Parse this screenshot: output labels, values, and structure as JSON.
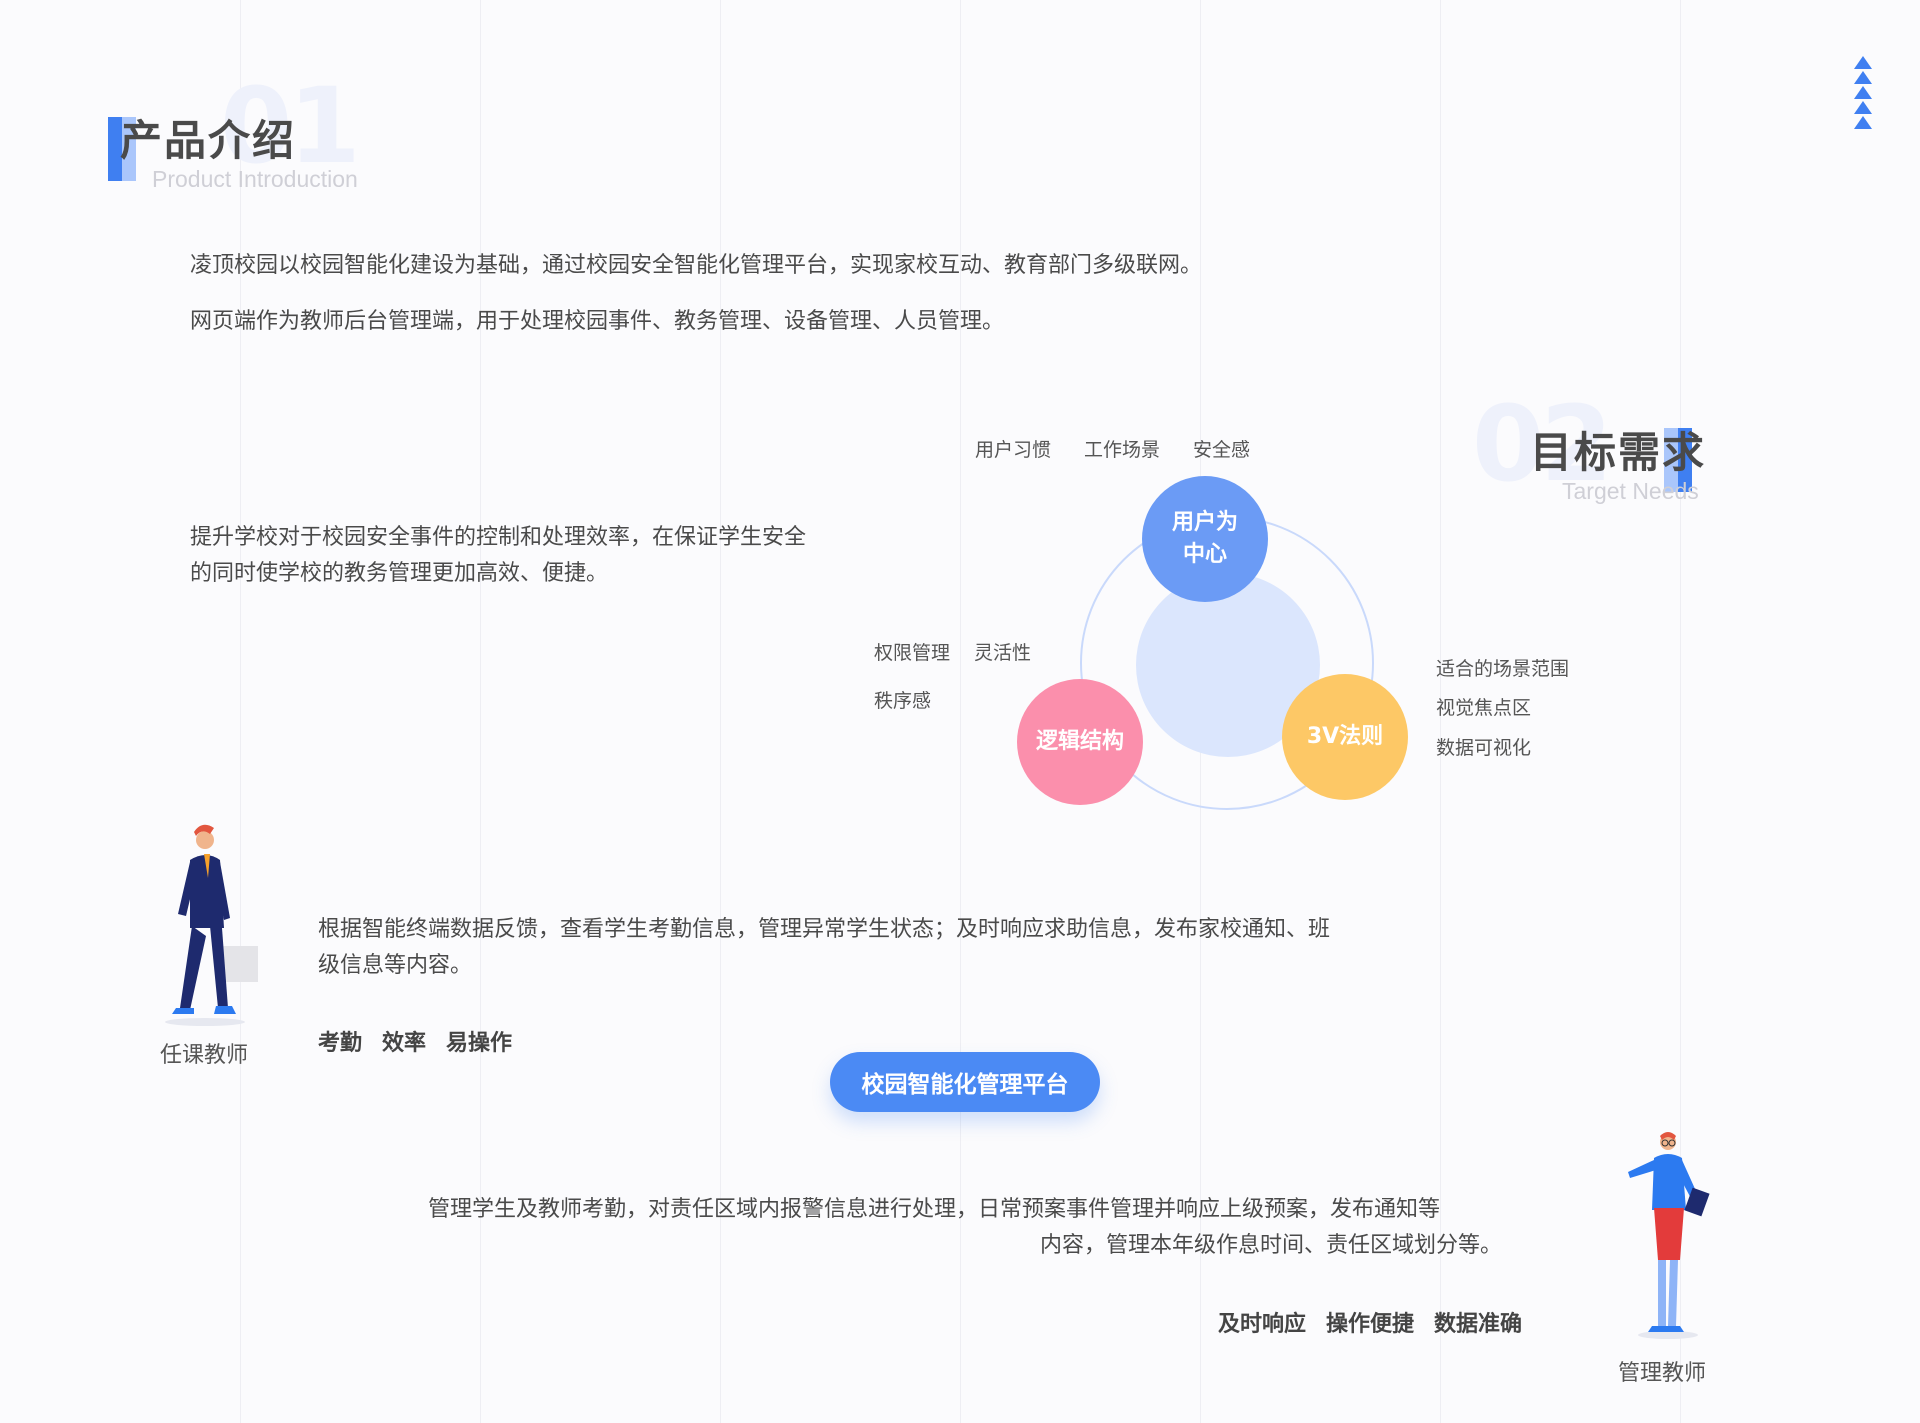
{
  "section1": {
    "number": "01",
    "title": "产品介绍",
    "subtitle": "Product Introduction",
    "paragraphs": [
      "凌顶校园以校园智能化建设为基础，通过校园安全智能化管理平台，实现家校互动、教育部门多级联网。",
      "网页端作为教师后台管理端，用于处理校园事件、教务管理、设备管理、人员管理。"
    ]
  },
  "section2": {
    "number": "02",
    "title": "目标需求",
    "subtitle": "Target Needs",
    "description_lines": [
      "提升学校对于校园安全事件的控制和处理效率，在保证学生安全",
      "的同时使学校的教务管理更加高效、便捷。"
    ]
  },
  "diagram": {
    "top_circle": {
      "label_line1": "用户为",
      "label_line2": "中心",
      "color": "#6b9bf5"
    },
    "left_circle": {
      "label": "逻辑结构",
      "color": "#fb8fac"
    },
    "right_circle": {
      "label": "3V法则",
      "color": "#fdc866"
    },
    "center_color": "#dbe6fd",
    "ring_color": "#c9d9fb",
    "top_tags": [
      "用户习惯",
      "工作场景",
      "安全感"
    ],
    "left_tags": [
      "权限管理",
      "灵活性",
      "秩序感"
    ],
    "right_tags": [
      "适合的场景范围",
      "视觉焦点区",
      "数据可视化"
    ]
  },
  "teacher": {
    "role": "任课教师",
    "description_lines": [
      "根据智能终端数据反馈，查看学生考勤信息，管理异常学生状态；及时响应求助信息，发布家校通知、班",
      "级信息等内容。"
    ],
    "tags": [
      "考勤",
      "效率",
      "易操作"
    ]
  },
  "platform_button": "校园智能化管理平台",
  "manager": {
    "role": "管理教师",
    "description_lines": [
      "管理学生及教师考勤，对责任区域内报警信息进行处理，日常预案事件管理并响应上级预案，发布通知等",
      "内容，管理本年级作息时间、责任区域划分等。"
    ],
    "tags": [
      "及时响应",
      "操作便捷",
      "数据准确"
    ]
  },
  "colors": {
    "accent": "#3f7ff1",
    "accent_light": "#aac6fb"
  }
}
